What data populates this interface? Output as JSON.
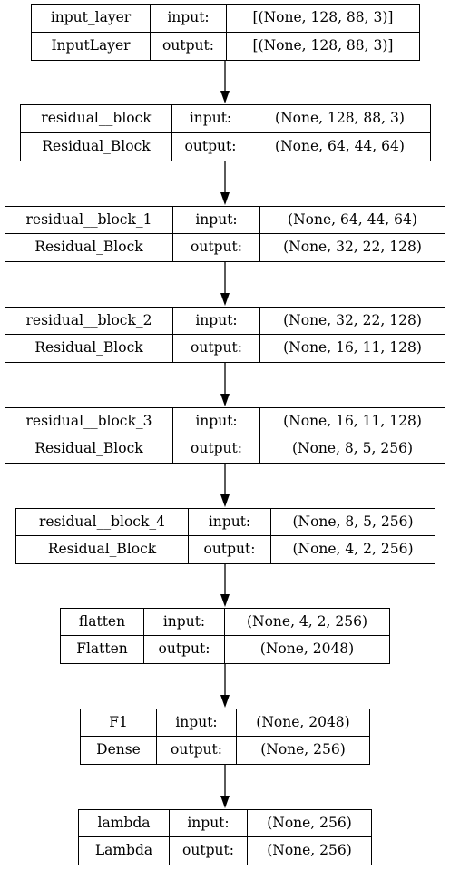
{
  "diagram": {
    "nodes": [
      {
        "name": "input_layer",
        "type": "InputLayer",
        "in_label": "input:",
        "out_label": "output:",
        "input": "[(None, 128, 88, 3)]",
        "output": "[(None, 128, 88, 3)]"
      },
      {
        "name": "residual__block",
        "type": "Residual_Block",
        "in_label": "input:",
        "out_label": "output:",
        "input": "(None, 128, 88, 3)",
        "output": "(None, 64, 44, 64)"
      },
      {
        "name": "residual__block_1",
        "type": "Residual_Block",
        "in_label": "input:",
        "out_label": "output:",
        "input": "(None, 64, 44, 64)",
        "output": "(None, 32, 22, 128)"
      },
      {
        "name": "residual__block_2",
        "type": "Residual_Block",
        "in_label": "input:",
        "out_label": "output:",
        "input": "(None, 32, 22, 128)",
        "output": "(None, 16, 11, 128)"
      },
      {
        "name": "residual__block_3",
        "type": "Residual_Block",
        "in_label": "input:",
        "out_label": "output:",
        "input": "(None, 16, 11, 128)",
        "output": "(None, 8, 5, 256)"
      },
      {
        "name": "residual__block_4",
        "type": "Residual_Block",
        "in_label": "input:",
        "out_label": "output:",
        "input": "(None, 8, 5, 256)",
        "output": "(None, 4, 2, 256)"
      },
      {
        "name": "flatten",
        "type": "Flatten",
        "in_label": "input:",
        "out_label": "output:",
        "input": "(None, 4, 2, 256)",
        "output": "(None, 2048)"
      },
      {
        "name": "F1",
        "type": "Dense",
        "in_label": "input:",
        "out_label": "output:",
        "input": "(None, 2048)",
        "output": "(None, 256)"
      },
      {
        "name": "lambda",
        "type": "Lambda",
        "in_label": "input:",
        "out_label": "output:",
        "input": "(None, 256)",
        "output": "(None, 256)"
      }
    ]
  }
}
